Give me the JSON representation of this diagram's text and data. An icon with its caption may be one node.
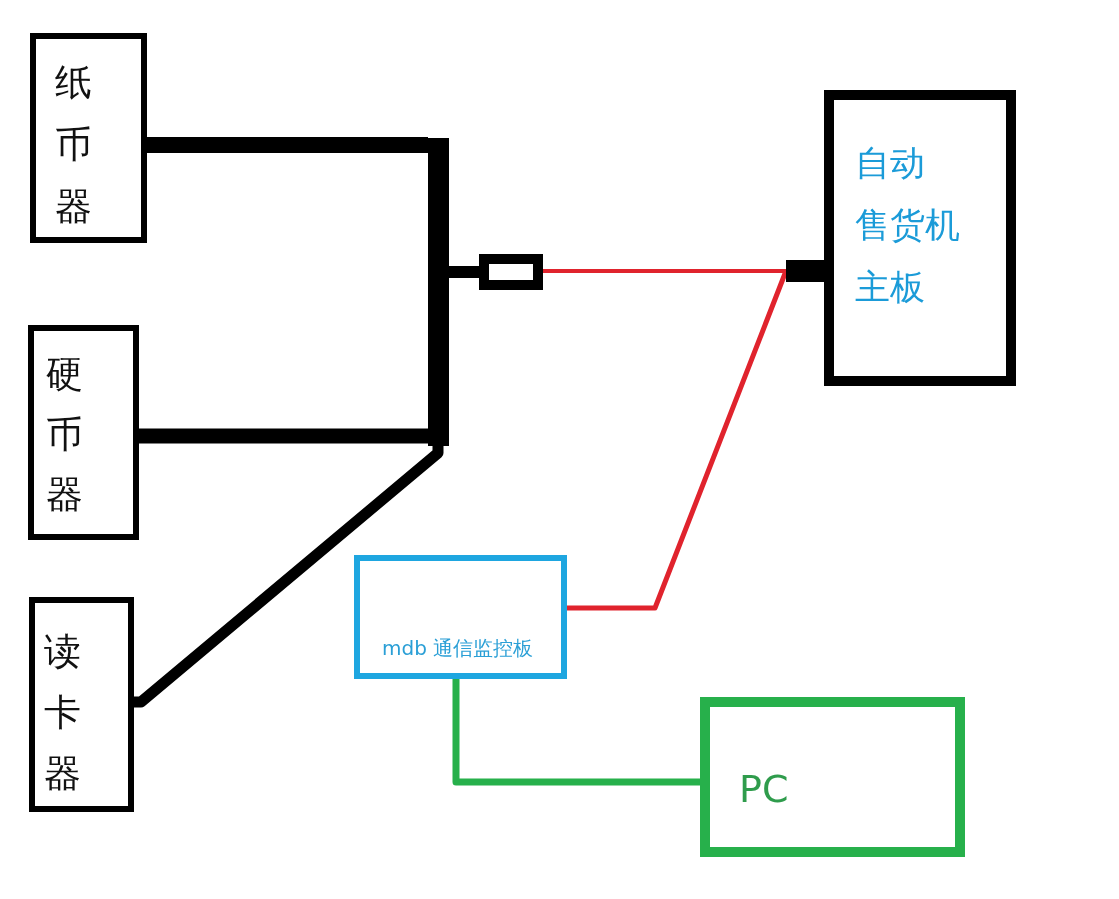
{
  "diagram": {
    "nodes": [
      {
        "text": [
          "纸币器"
        ]
      },
      {
        "text": [
          "硬币器"
        ]
      },
      {
        "text": [
          "读卡器"
        ]
      },
      {
        "text": [],
        "shape": "bar"
      },
      {
        "text": [],
        "shape": "box"
      },
      {
        "text": [],
        "shape": "bar"
      },
      {
        "text": [
          "自动售货机主板"
        ]
      },
      {
        "text": [
          "mdb 通信监控板"
        ]
      },
      {
        "text": [
          "PC"
        ]
      }
    ],
    "edges": [
      {
        "from": 0,
        "to": 3,
        "arrow": "none"
      },
      {
        "from": 1,
        "to": 3,
        "arrow": "none"
      },
      {
        "from": 2,
        "to": 3,
        "arrow": "none"
      },
      {
        "from": 3,
        "to": 4,
        "arrow": "none"
      },
      {
        "from": 4,
        "to": 5,
        "arrow": "none",
        "color": "#e0232d"
      },
      {
        "from": 7,
        "to": 5,
        "arrow": "none",
        "color": "#e0232d"
      },
      {
        "from": 7,
        "to": 8,
        "arrow": "none",
        "color": "#27b04b"
      }
    ]
  }
}
